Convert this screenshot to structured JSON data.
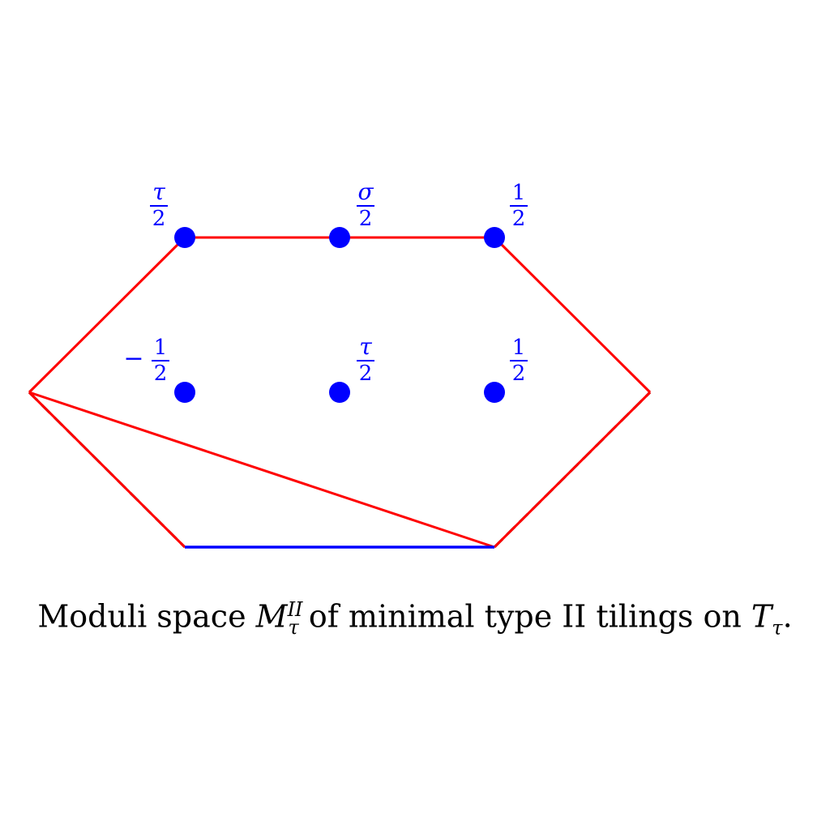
{
  "colors": {
    "dot": "#0000ff",
    "red_edge": "#ff0000",
    "blue_edge": "#0000ff",
    "dashed_edge": "#000000",
    "label": "#0000ff"
  },
  "points": [
    {
      "id": "tl",
      "num": "τ",
      "den": "2",
      "sign": ""
    },
    {
      "id": "tm",
      "num": "σ",
      "den": "2",
      "sign": ""
    },
    {
      "id": "tr",
      "num": "1",
      "den": "2",
      "sign": ""
    },
    {
      "id": "ml",
      "num": "1",
      "den": "2",
      "sign": "−"
    },
    {
      "id": "mm",
      "num": "τ",
      "den": "2",
      "sign": ""
    },
    {
      "id": "mr",
      "num": "1",
      "den": "2",
      "sign": ""
    }
  ],
  "caption": {
    "prefix": "Moduli space ",
    "symbol": "M",
    "superscript": "II",
    "subscript": "τ",
    "middle": " of minimal type II tilings on ",
    "torus": "T",
    "torus_sub": "τ",
    "suffix": "."
  }
}
